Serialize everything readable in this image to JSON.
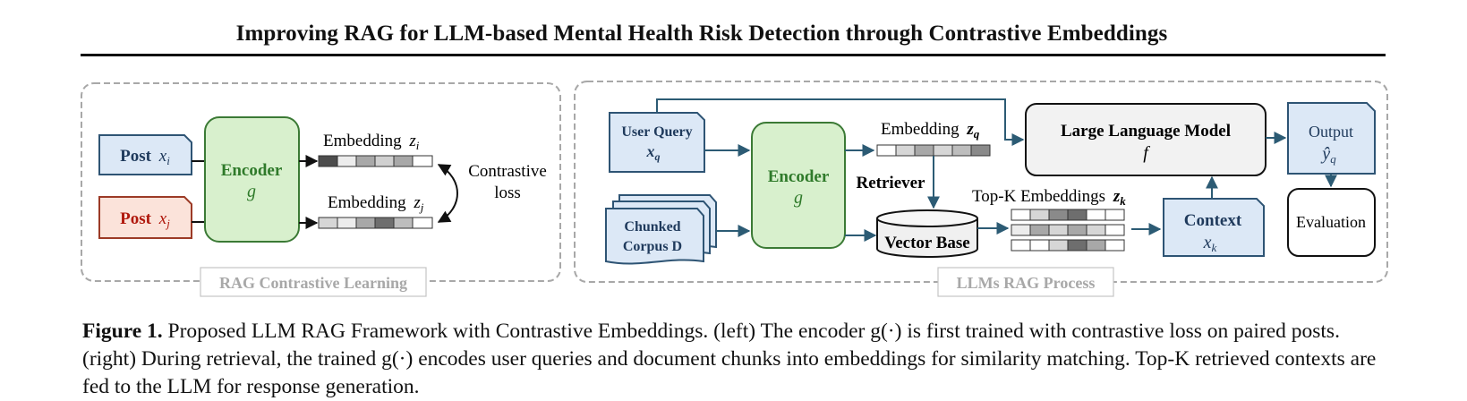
{
  "paper": {
    "running_title": "Improving RAG for LLM-based Mental Health Risk Detection through Contrastive Embeddings"
  },
  "figure": {
    "left_panel": {
      "label": "RAG Contrastive  Learning",
      "post_i": "Post",
      "post_i_var": "x",
      "post_i_sub": "i",
      "post_j": "Post",
      "post_j_var": "x",
      "post_j_sub": "j",
      "encoder_title": "Encoder",
      "encoder_var": "g",
      "embedding_i": "Embedding",
      "embedding_i_var": "z",
      "embedding_i_sub": "i",
      "embedding_j": "Embedding",
      "embedding_j_var": "z",
      "embedding_j_sub": "j",
      "loss_line1": "Contrastive",
      "loss_line2": "loss"
    },
    "right_panel": {
      "label": "LLMs RAG Process",
      "user_query_line1": "User Query",
      "user_query_var": "x",
      "user_query_sub": "q",
      "corpus_line1": "Chunked",
      "corpus_line2": "Corpus D",
      "encoder_title": "Encoder",
      "encoder_var": "g",
      "embedding_q": "Embedding",
      "embedding_q_var": "z",
      "embedding_q_sub": "q",
      "retriever": "Retriever",
      "vector_base": "Vector Base",
      "topk_label": "Top-K Embeddings",
      "topk_var": "z",
      "topk_sub": "k",
      "llm_title": "Large Language Model",
      "llm_var": "f",
      "output_title": "Output",
      "output_var": "ŷ",
      "output_sub": "q",
      "context_title": "Context",
      "context_var": "x",
      "context_sub": "k",
      "evaluation": "Evaluation"
    },
    "colors": {
      "post_blue_fill": "#dce8f6",
      "post_blue_stroke": "#2e5474",
      "post_red_fill": "#fbe3da",
      "post_red_stroke": "#9c3a26",
      "post_red_text": "#b0180c",
      "encoder_fill": "#d8f0cd",
      "encoder_stroke": "#3b7a35",
      "encoder_text": "#2f7a2a",
      "arrow_teal": "#2c5b74",
      "llm_fill": "#f2f2f2",
      "panel_border": "#a8a8a8",
      "panel_label": "#9a9a9a"
    }
  },
  "caption": {
    "label": "Figure 1.",
    "text": " Proposed LLM RAG Framework with Contrastive Embeddings. (left) The encoder g(·) is first trained with contrastive loss on paired posts. (right) During retrieval, the trained g(·) encodes user queries and document chunks into embeddings for similarity matching. Top-K retrieved contexts are fed to the LLM for response generation."
  }
}
